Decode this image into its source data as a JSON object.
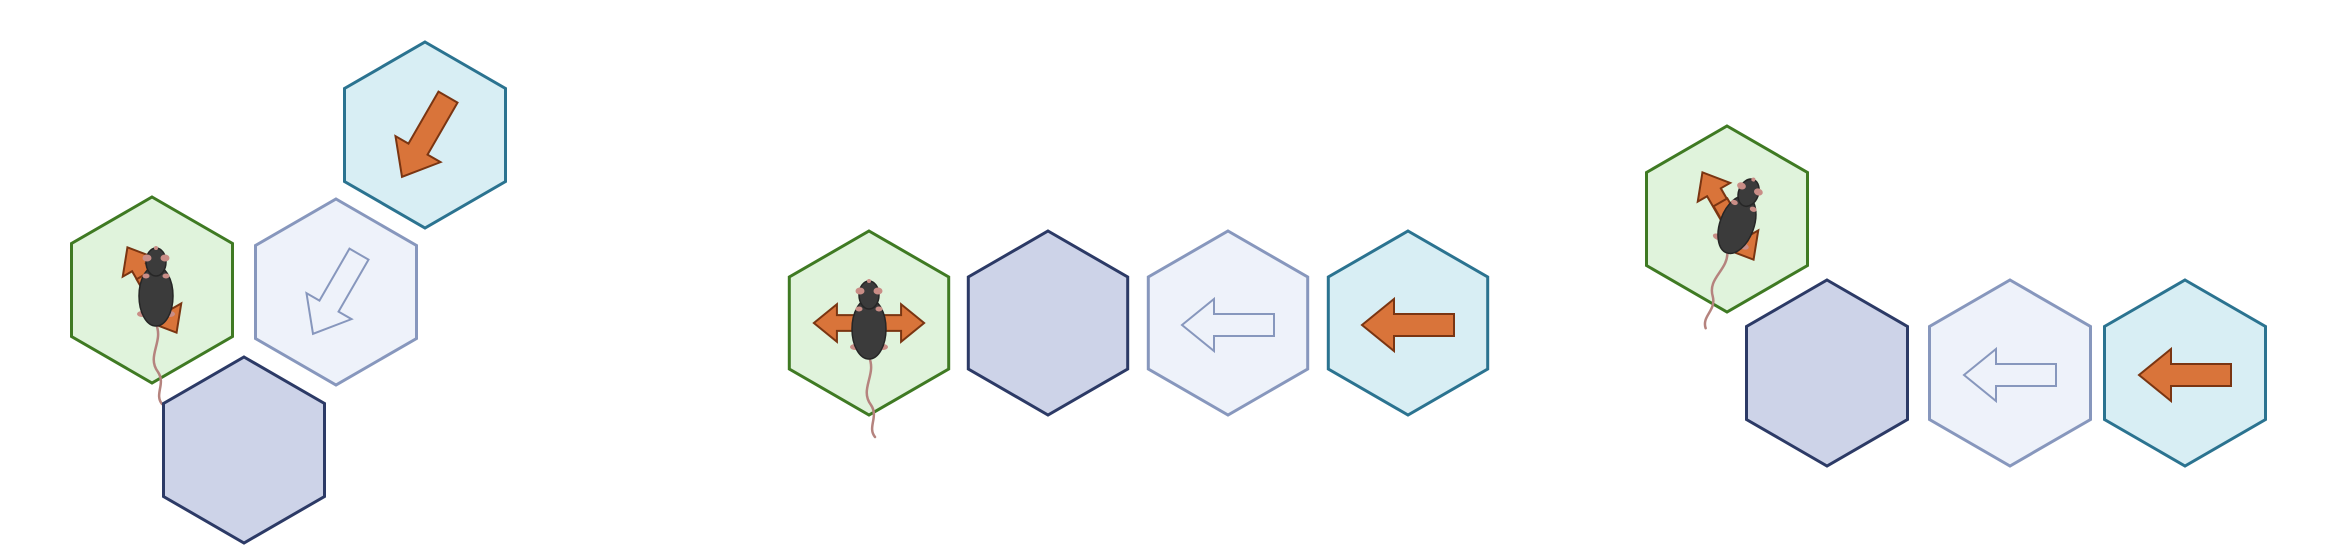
{
  "colors": {
    "start_fill": "#e0f3dc",
    "start_stroke": "#3f7a23",
    "cyan_fill": "#d8eef4",
    "cyan_stroke": "#2b7390",
    "pale_fill": "#eef2fa",
    "pale_stroke": "#8797bd",
    "navy_fill": "#cdd3e8",
    "navy_stroke": "#2c3a66",
    "arrow_orange": "#d9743a",
    "arrow_orange_stroke": "#7a3512",
    "mouse_body": "#3b3b3b",
    "mouse_dark": "#262626",
    "mouse_ear": "#c98d86",
    "mouse_tail": "#b5837e"
  },
  "panels": [
    {
      "name": "configuration-left",
      "hexes": [
        {
          "role": "start",
          "content": "mouse-with-arrows",
          "arrows": [
            "up-left",
            "down-right"
          ]
        },
        {
          "role": "target",
          "content": "filled-arrow",
          "direction": "down-left"
        },
        {
          "role": "cue",
          "content": "outline-arrow",
          "direction": "down-left"
        },
        {
          "role": "neutral",
          "content": "empty"
        }
      ]
    },
    {
      "name": "configuration-middle",
      "hexes": [
        {
          "role": "start",
          "content": "mouse-with-arrows",
          "arrows": [
            "left",
            "right"
          ]
        },
        {
          "role": "neutral",
          "content": "empty"
        },
        {
          "role": "cue",
          "content": "outline-arrow",
          "direction": "left"
        },
        {
          "role": "target",
          "content": "filled-arrow",
          "direction": "left"
        }
      ]
    },
    {
      "name": "configuration-right",
      "hexes": [
        {
          "role": "start",
          "content": "mouse-with-arrows",
          "arrows": [
            "up-left",
            "down-right"
          ]
        },
        {
          "role": "neutral",
          "content": "empty"
        },
        {
          "role": "cue",
          "content": "outline-arrow",
          "direction": "left"
        },
        {
          "role": "target",
          "content": "filled-arrow",
          "direction": "left"
        }
      ]
    }
  ]
}
